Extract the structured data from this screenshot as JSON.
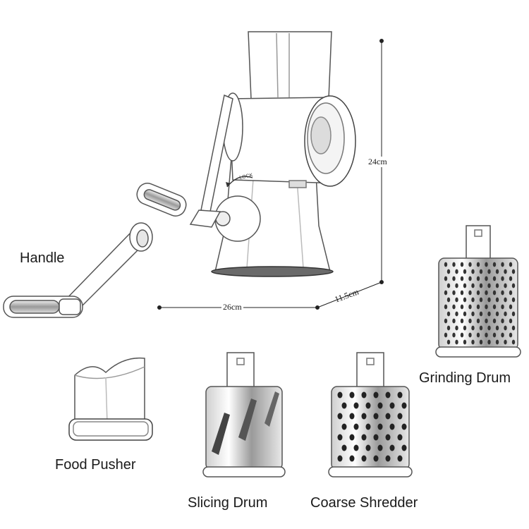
{
  "labels": {
    "handle": "Handle",
    "food_pusher": "Food Pusher",
    "slicing_drum": "Slicing Drum",
    "coarse_shredder": "Coarse Shredder",
    "grinding_drum": "Grinding Drum"
  },
  "dimensions": {
    "height": "24cm",
    "width": "26cm",
    "depth": "11.5cm"
  },
  "dial": {
    "lock_text": "LOCK"
  }
}
